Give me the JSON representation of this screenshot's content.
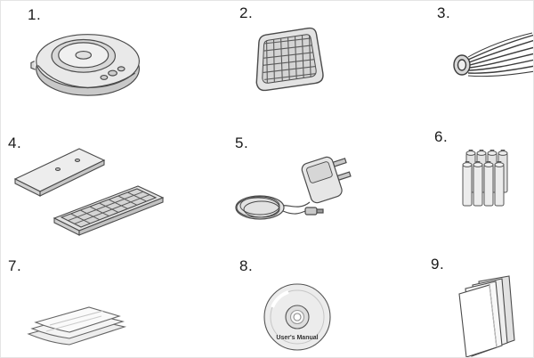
{
  "diagram": {
    "title": "robot-vacuum-parts-overview",
    "outline_color": "#4a4a4a",
    "background": "#ffffff"
  },
  "items": [
    {
      "label": "1.",
      "name": "robot-vacuum"
    },
    {
      "label": "2.",
      "name": "dust-filter"
    },
    {
      "label": "3.",
      "name": "side-brush"
    },
    {
      "label": "4.",
      "name": "mop-plates"
    },
    {
      "label": "5.",
      "name": "power-adapter"
    },
    {
      "label": "6.",
      "name": "battery-pack"
    },
    {
      "label": "7.",
      "name": "cleaning-cloth"
    },
    {
      "label": "8.",
      "name": "cd-user-manual",
      "text": "User's Manual"
    },
    {
      "label": "9.",
      "name": "manual-booklet"
    }
  ]
}
